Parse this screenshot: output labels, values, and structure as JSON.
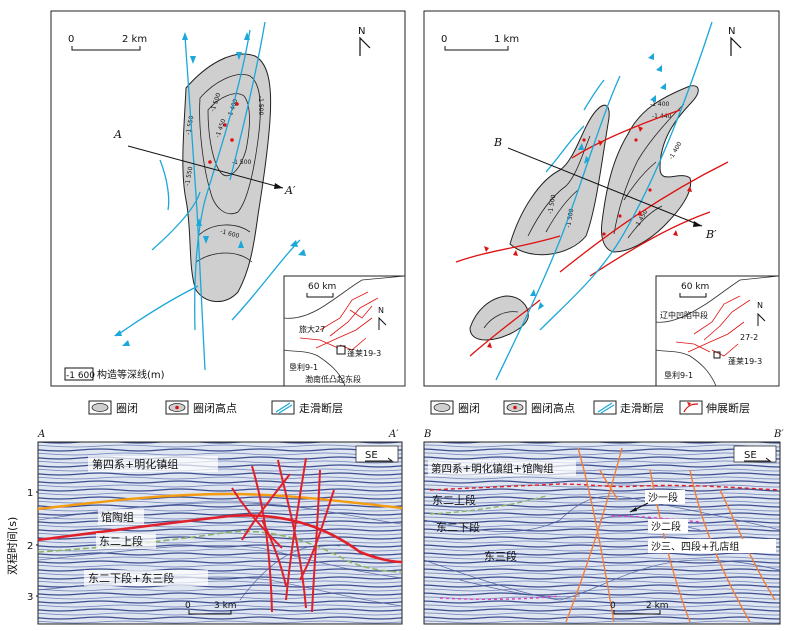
{
  "map_left": {
    "scale": {
      "zero": "0",
      "length": "2 km"
    },
    "north": "N",
    "section_start": "A",
    "section_end": "A′",
    "contours": [
      "-1 550",
      "-1 500",
      "-1 450",
      "-1 400",
      "-1 500",
      "-1 600",
      "-1 550",
      "-1 500"
    ],
    "legend_contour_value": "-1 600",
    "legend_contour_label": "构造等深线(m)",
    "inset": {
      "scale": "60 km",
      "north": "N",
      "labels": [
        "旅大27",
        "垦利9-1",
        "蓬莱19-3",
        "渤南低凸起东段"
      ]
    }
  },
  "map_right": {
    "scale": {
      "zero": "0",
      "length": "1 km"
    },
    "north": "N",
    "section_start": "B",
    "section_end": "B′",
    "contours": [
      "-1 400",
      "-1 440",
      "-1 500",
      "-1 500",
      "-1 450",
      "-1 400"
    ],
    "inset": {
      "scale": "60 km",
      "north": "N",
      "labels": [
        "辽中凹陷中段",
        "27-2",
        "蓬莱19-3",
        "垦利9-1"
      ]
    }
  },
  "legend": {
    "closure": "圈闭",
    "closure_high": "圈闭高点",
    "strike_slip": "走滑断层",
    "extensional": "伸展断层"
  },
  "section_left": {
    "start": "A",
    "end": "A′",
    "direction": "SE",
    "y_axis_label": "双程时间(s)",
    "y_ticks": [
      "1",
      "2",
      "3"
    ],
    "scale_zero": "0",
    "scale_len": "3 km",
    "layers": [
      "第四系+明化镇组",
      "馆陶组",
      "东二上段",
      "东二下段+东三段"
    ]
  },
  "section_right": {
    "start": "B",
    "end": "B′",
    "direction": "SE",
    "scale_zero": "0",
    "scale_len": "2 km",
    "layers": [
      "第四系+明化镇组+馆陶组",
      "东二上段",
      "东二下段",
      "东三段",
      "沙一段",
      "沙二段",
      "沙三、四段+孔店组"
    ]
  }
}
